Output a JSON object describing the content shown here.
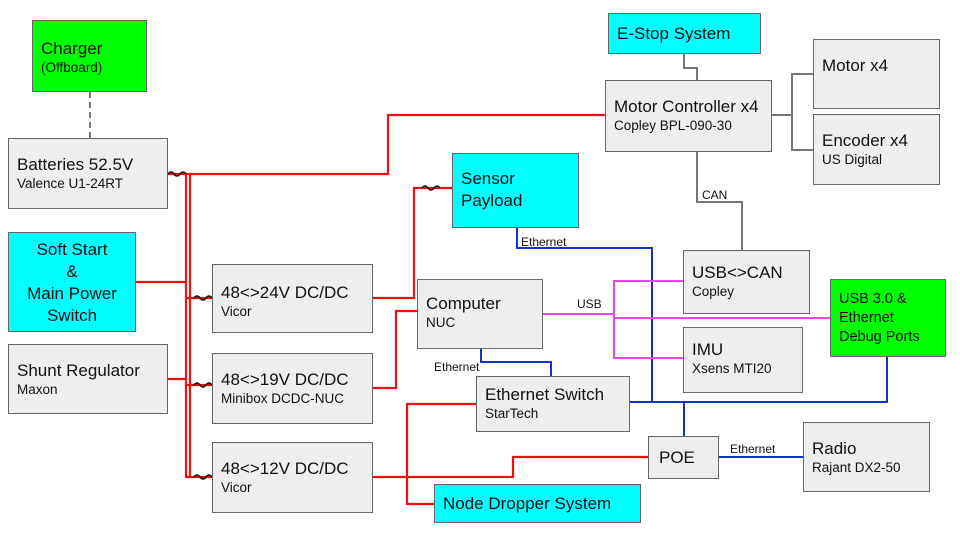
{
  "colors": {
    "power": "#ee1111",
    "ethernet": "#1133cc",
    "usb": "#ee44ee",
    "can": "#777777",
    "cyan_box": "#00ffff",
    "green_box": "#00ff00",
    "gray_box": "#eeeeee"
  },
  "fuse_icon": "fuse-icon",
  "boxes": {
    "charger": {
      "title": "Charger",
      "sub": "(Offboard)"
    },
    "batteries": {
      "title": "Batteries 52.5V",
      "sub": "Valence U1-24RT"
    },
    "soft_start": {
      "line1": "Soft Start",
      "line2": "&",
      "line3": "Main Power",
      "line4": "Switch"
    },
    "shunt": {
      "title": "Shunt Regulator",
      "sub": "Maxon"
    },
    "dcdc24": {
      "title": "48<>24V DC/DC",
      "sub": "Vicor"
    },
    "dcdc19": {
      "title": "48<>19V DC/DC",
      "sub": "Minibox DCDC-NUC"
    },
    "dcdc12": {
      "title": "48<>12V DC/DC",
      "sub": "Vicor"
    },
    "estop": {
      "title": "E-Stop System"
    },
    "motor_ctrl": {
      "title": "Motor Controller x4",
      "sub": "Copley BPL-090-30"
    },
    "motor": {
      "title": "Motor x4"
    },
    "encoder": {
      "title": "Encoder x4",
      "sub": "US Digital"
    },
    "sensor": {
      "line1": "Sensor",
      "line2": "Payload"
    },
    "computer": {
      "title": "Computer",
      "sub": "NUC"
    },
    "usbcan": {
      "title": "USB<>CAN",
      "sub": "Copley"
    },
    "imu": {
      "title": "IMU",
      "sub": "Xsens MTI20"
    },
    "usb_debug": {
      "line1": "USB 3.0 &",
      "line2": "Ethernet",
      "line3": "Debug Ports"
    },
    "eth_switch": {
      "title": "Ethernet Switch",
      "sub": "StarTech"
    },
    "poe": {
      "title": "POE"
    },
    "radio": {
      "title": "Radio",
      "sub": "Rajant DX2-50"
    },
    "node_dropper": {
      "title": "Node Dropper System"
    }
  },
  "labels": {
    "can": "CAN",
    "ethernet_sensor": "Ethernet",
    "usb": "USB",
    "ethernet_computer": "Ethernet",
    "ethernet_radio": "Ethernet"
  }
}
